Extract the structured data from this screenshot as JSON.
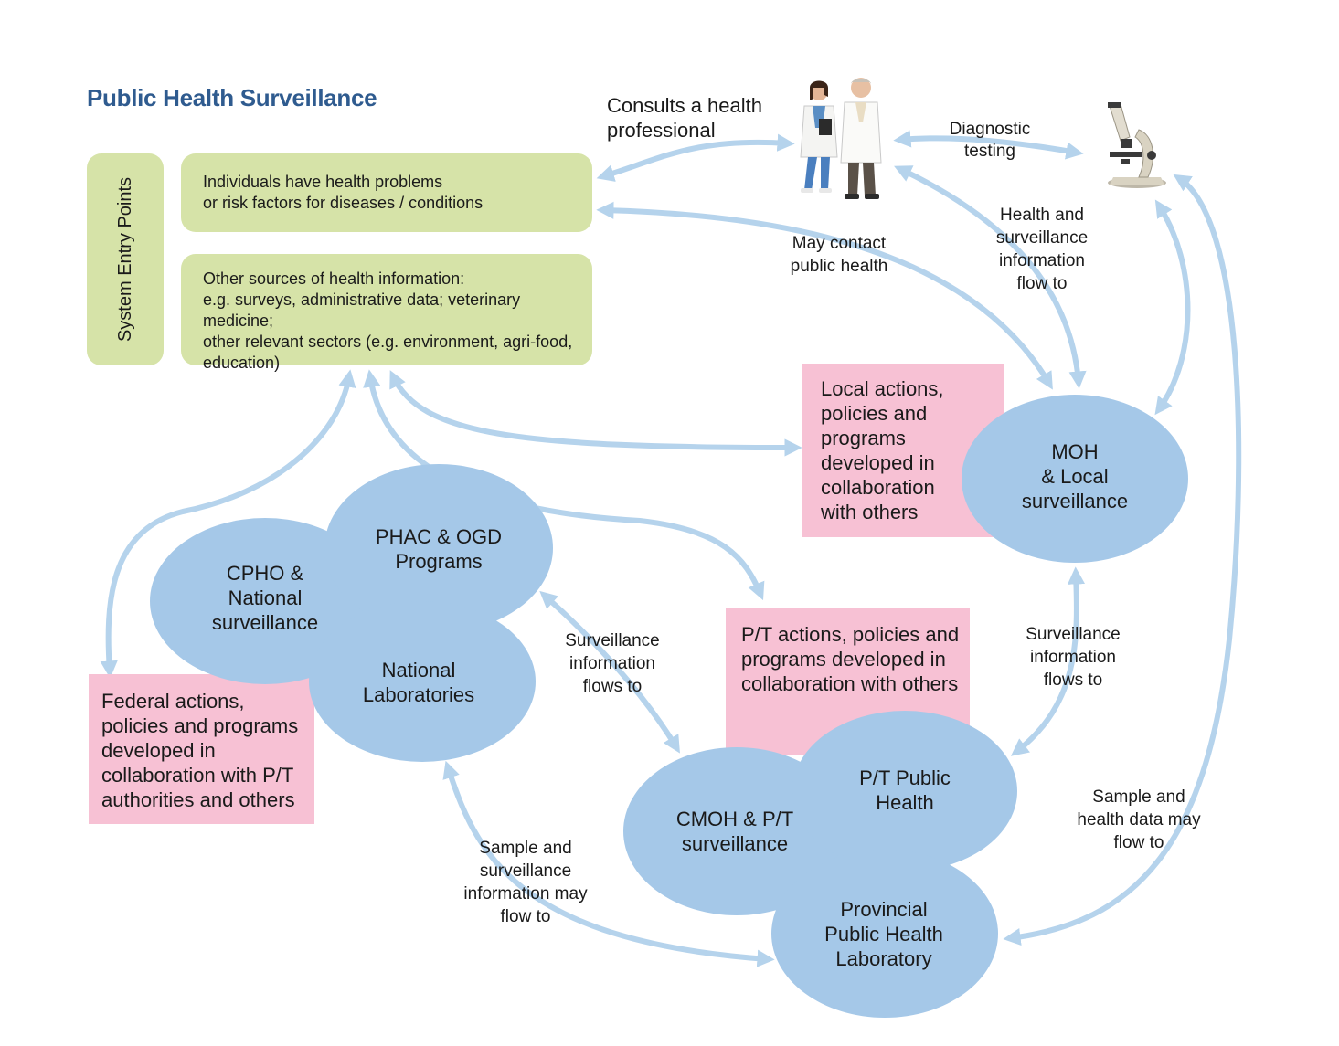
{
  "title": "Public Health Surveillance",
  "entry_points_label": "System Entry Points",
  "boxes": {
    "individuals": "Individuals have health problems\nor risk factors for diseases / conditions",
    "other_sources": "Other sources of health information:\ne.g. surveys, administrative data; veterinary medicine;\nother relevant sectors (e.g. environment, agri-food,\neducation)",
    "local_actions": "Local actions,\npolicies and\nprograms\ndeveloped in\ncollaboration\nwith others",
    "pt_actions": "P/T actions, policies and\nprograms developed in\ncollaboration with others",
    "federal_actions": "Federal actions,\npolicies and programs\ndeveloped in\ncollaboration with P/T\nauthorities and others"
  },
  "ellipses": {
    "cpho": "CPHO &\nNational\nsurveillance",
    "phac": "PHAC & OGD\nPrograms",
    "national_labs": "National\nLaboratories",
    "moh": "MOH\n& Local\nsurveillance",
    "cmoh": "CMOH & P/T\nsurveillance",
    "pt_public_health": "P/T Public\nHealth",
    "provincial_lab": "Provincial\nPublic Health\nLaboratory"
  },
  "flow_labels": {
    "consults": "Consults a health\nprofessional",
    "diagnostic": "Diagnostic\ntesting",
    "may_contact": "May contact\npublic health",
    "health_info": "Health and\nsurveillance\ninformation\nflow to",
    "surv_left": "Surveillance\ninformation\nflows to",
    "surv_right": "Surveillance\ninformation\nflows to",
    "sample_left": "Sample and\nsurveillance\ninformation may\nflow to",
    "sample_right": "Sample and\nhealth data may\nflow to"
  },
  "colors": {
    "title": "#2f5b8f",
    "green_box": "#d6e3a8",
    "pink_box": "#f7c1d4",
    "ellipse": "#a5c8e8",
    "arrow": "#b5d3ec"
  },
  "icons": [
    "health-professionals-icon",
    "microscope-icon"
  ]
}
